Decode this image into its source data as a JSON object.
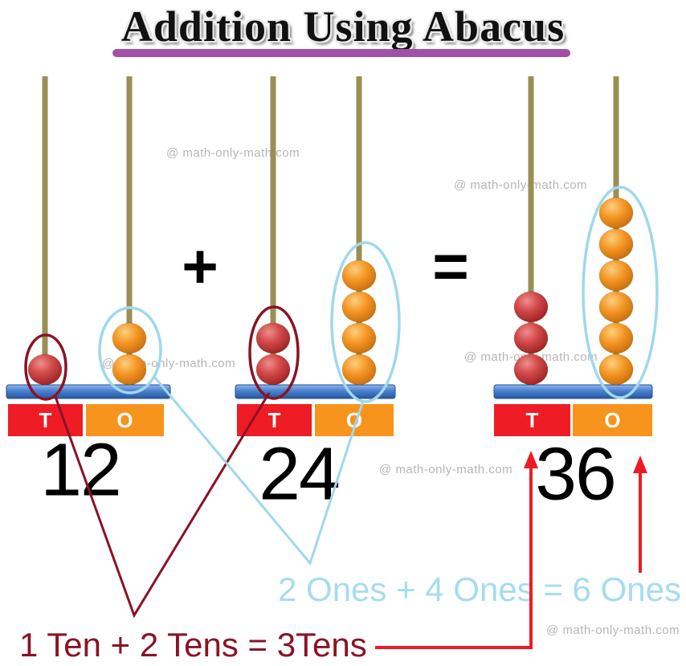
{
  "title": {
    "text": "Addition Using Abacus"
  },
  "watermark": "@ math-only-math.com",
  "operators": {
    "plus": "+",
    "equals": "="
  },
  "abacuses": [
    {
      "name": "addend-1",
      "value": "12",
      "tens_beads": 1,
      "ones_beads": 2,
      "tens_label": "T",
      "ones_label": "O"
    },
    {
      "name": "addend-2",
      "value": "24",
      "tens_beads": 2,
      "ones_beads": 4,
      "tens_label": "T",
      "ones_label": "O"
    },
    {
      "name": "sum",
      "value": "36",
      "tens_beads": 3,
      "ones_beads": 6,
      "tens_label": "T",
      "ones_label": "O"
    }
  ],
  "annotations": {
    "tens_equation": "1 Ten + 2 Tens = 3Tens",
    "ones_equation": "2 Ones + 4 Ones = 6 Ones"
  },
  "colors": {
    "tens_bead": "#c43a3a",
    "ones_bead": "#f39422",
    "rod": "#9a8e55",
    "base_bar": "#4076c8",
    "tens_box": "#ee1c24",
    "ones_box": "#f7941d",
    "tens_annotation": "#8a1325",
    "ones_annotation": "#a6dcee",
    "arrow_red": "#ed1c24",
    "underline_purple": "#a24fa8",
    "watermark_gray": "#b5b5b5"
  }
}
